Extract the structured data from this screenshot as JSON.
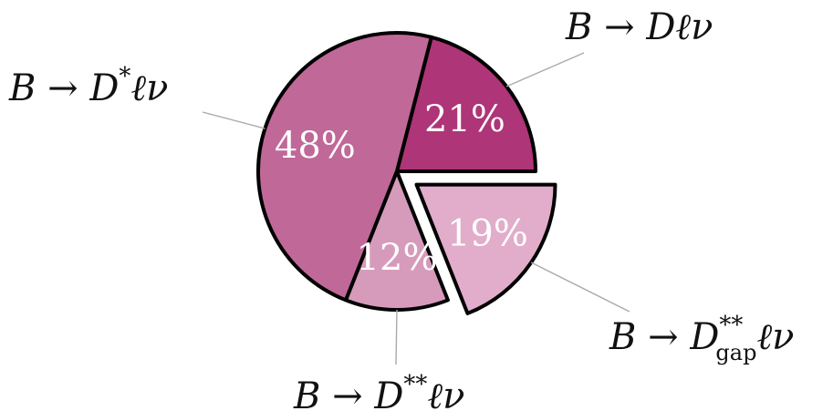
{
  "chart_data": {
    "type": "pie",
    "start_angle_deg": 0,
    "direction": "counterclockwise",
    "slices": [
      {
        "name": "B → Dℓν",
        "name_main": "B → Dℓν",
        "name_sup": "",
        "name_sub": "",
        "name_tail": "",
        "value": 21,
        "label": "21%",
        "color": "#AE3577",
        "exploded": false
      },
      {
        "name": "B → D*ℓν",
        "name_main": "B → D",
        "name_sup": "*",
        "name_sub": "",
        "name_tail": "ℓν",
        "value": 48,
        "label": "48%",
        "color": "#C06898",
        "exploded": false
      },
      {
        "name": "B → D**ℓν",
        "name_main": "B → D",
        "name_sup": "**",
        "name_sub": "",
        "name_tail": "ℓν",
        "value": 12,
        "label": "12%",
        "color": "#D69BBB",
        "exploded": false
      },
      {
        "name": "B → D**gapℓν",
        "name_main": "B → D",
        "name_sup": "**",
        "name_sub": "gap",
        "name_tail": "ℓν",
        "value": 19,
        "label": "19%",
        "color": "#E1ADCA",
        "exploded": true
      }
    ]
  }
}
